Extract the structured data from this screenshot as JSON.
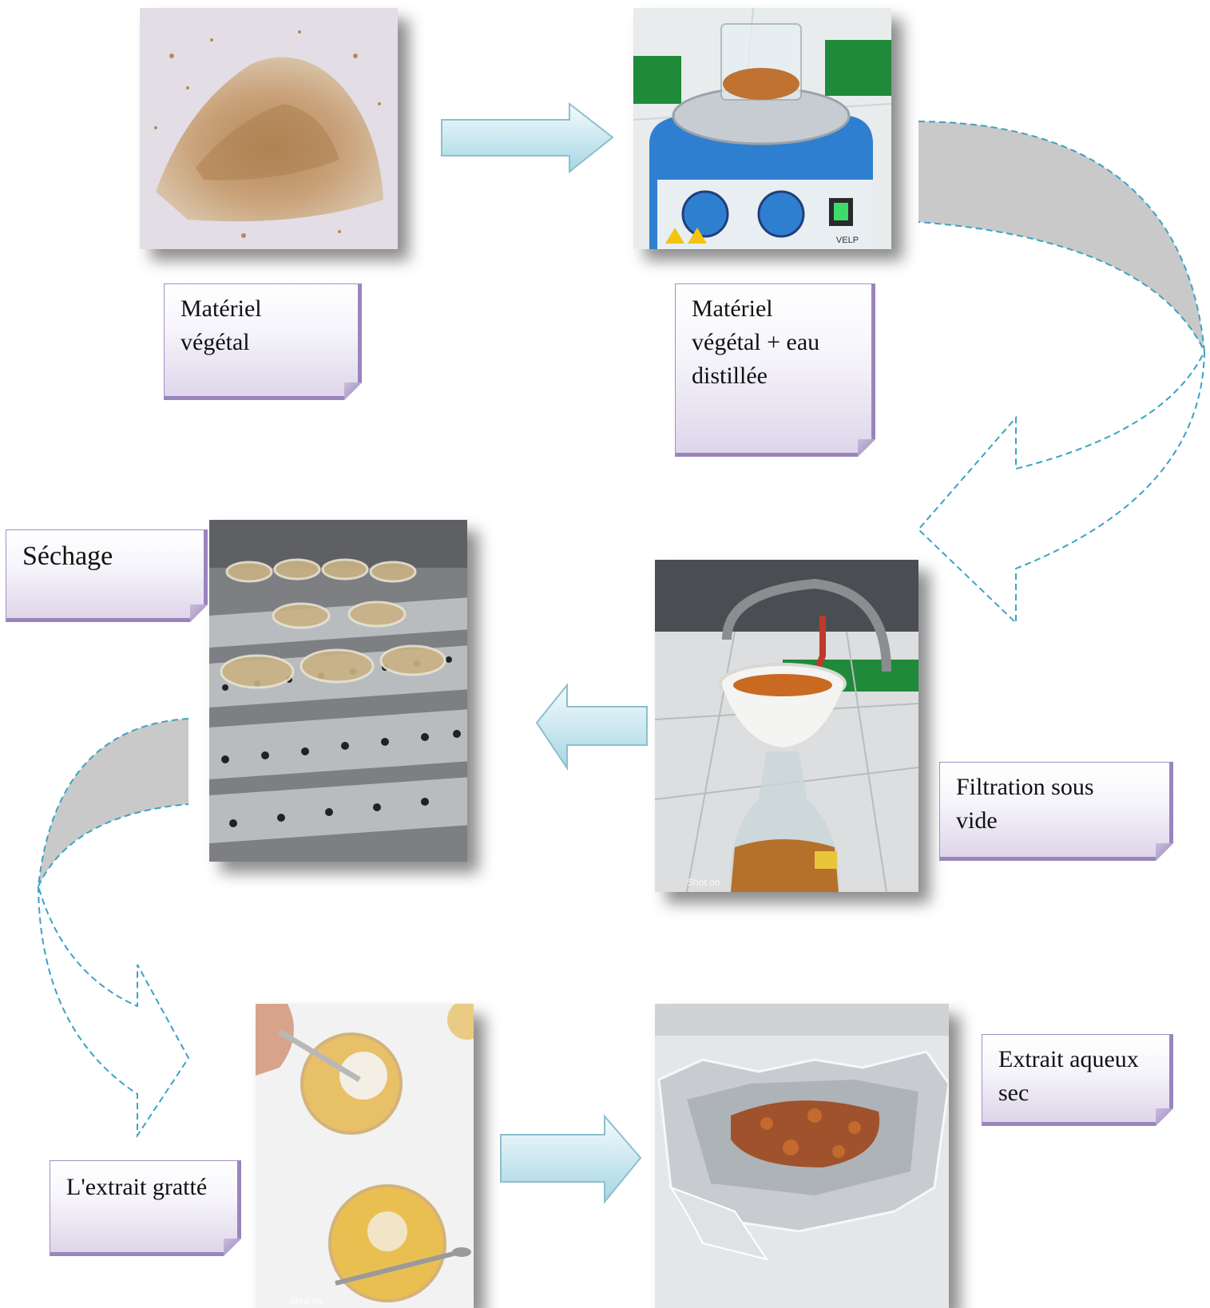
{
  "steps": [
    {
      "label": "Matériel\nvégétal"
    },
    {
      "label": "Matériel\nvégétal + eau\ndistillée"
    },
    {
      "label": "Filtration sous\nvide"
    },
    {
      "label": "Séchage"
    },
    {
      "label": "L'extrait gratté"
    },
    {
      "label": "Extrait aqueux\nsec"
    }
  ],
  "photos": {
    "powder": "plant powder",
    "hotplate": "magnetic stirrer hot plate with beaker",
    "filtration": "vacuum filtration funnel and flask",
    "drying": "petri dishes in drying oven",
    "scraping": "scraping extract from petri dishes",
    "dry_extract": "dry extract on aluminium foil"
  },
  "photo_text": {
    "hotplate_brand": "VELP",
    "shot_on_1": "Shot on",
    "shot_on_2": "Shot on"
  },
  "colors": {
    "arrow_fill_top": "#e8f6fb",
    "arrow_fill_bottom": "#a6d6e4",
    "curve_fill": "#c9c9c9",
    "dashed_stroke": "#3aa3c4",
    "label_border": "#9a84bd"
  }
}
